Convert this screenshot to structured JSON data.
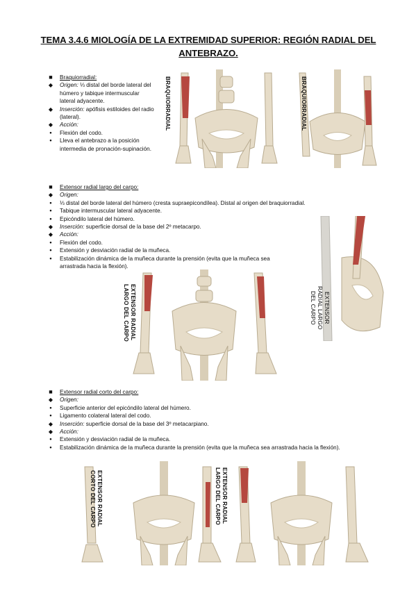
{
  "title": "TEMA 3.4.6 MIOLOGÍA DE LA EXTREMIDAD SUPERIOR: REGIÓN RADIAL DEL ANTEBRAZO.",
  "colors": {
    "bone": "#e6dcc8",
    "bone_shadow": "#c9bda3",
    "muscle": "#b5483f",
    "tendon": "#d8d6d0"
  },
  "sections": {
    "braquiorradial": {
      "heading": "Braquiorradial:",
      "origen_label": "Origen:",
      "origen_text": " ⅓ distal del borde lateral del húmero y tabique intermuscular lateral adyacente.",
      "insercion_label": "Inserción:",
      "insercion_text": " apófisis estiloides del radio (lateral).",
      "accion_label": "Acción:",
      "acciones": [
        "Flexión del codo.",
        "Lleva el antebrazo a la posición intermedia de pronación-supinación."
      ],
      "fig_label": "BRAQUIORRADIAL"
    },
    "erlc": {
      "heading": "Extensor radial largo del carpo:",
      "origen_label": "Origen:",
      "origenes": [
        "⅓ distal del borde lateral del húmero (cresta supraepicondílea). Distal al origen del braquiorradial.",
        "Tabique intermuscular lateral adyacente.",
        "Epicóndilo lateral del húmero."
      ],
      "insercion_label": "Inserción:",
      "insercion_text": " superficie dorsal de la base del 2º metacarpo.",
      "accion_label": "Acción:",
      "acciones": [
        "Flexión del codo.",
        "Extensión y desviación radial de la muñeca.",
        "Estabilización dinámica de la muñeca durante la prensión (evita que la muñeca sea arrastrada hacia la flexión)."
      ],
      "fig_label": "EXTENSOR RADIAL LARGO DEL CARPO"
    },
    "ercc": {
      "heading": "Extensor radial corto del carpo:",
      "origen_label": "Origen:",
      "origenes": [
        "Superficie anterior del epicóndilo lateral del húmero.",
        "Ligamento colateral lateral del codo."
      ],
      "insercion_label": "Inserción:",
      "insercion_text": " superficie dorsal de la base del 3º metacarpiano.",
      "accion_label": "Acción:",
      "acciones": [
        "Extensión y desviación radial de la muñeca.",
        "Estabilización dinámica de la muñeca durante la prensión (evita que la muñeca sea arrastrada hacia la flexión)."
      ],
      "fig_label": "EXTENSOR RADIAL CORTO DEL CARPO",
      "fig_label_2": "EXTENSOR RADIAL LARGO DEL CARPO"
    }
  }
}
